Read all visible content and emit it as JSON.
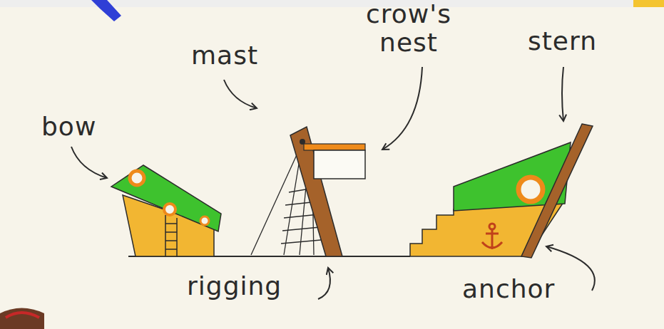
{
  "diagram": {
    "labels": [
      "mast",
      "crow's nest",
      "stern",
      "bow",
      "rigging",
      "anchor"
    ]
  }
}
